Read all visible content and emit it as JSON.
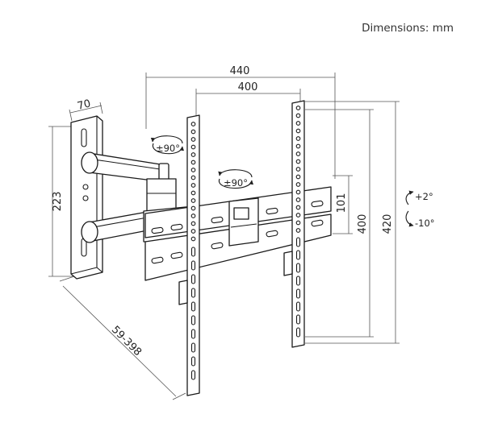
{
  "header": {
    "units_text": "Dimensions: mm"
  },
  "dimensions": {
    "overall_width": "440",
    "hole_spacing_horizontal": "400",
    "wall_plate_width": "70",
    "wall_plate_height": "223",
    "arm_extension": "59-398",
    "hole_spacing_vertical": "400",
    "overall_height": "420",
    "rail_height": "101"
  },
  "angles": {
    "swivel_arm": "±90°",
    "swivel_head": "±90°",
    "tilt_up": "+2°",
    "tilt_down": "-10°"
  },
  "colors": {
    "line": "#1a1a1a",
    "dimension": "#555555",
    "background": "#ffffff"
  }
}
